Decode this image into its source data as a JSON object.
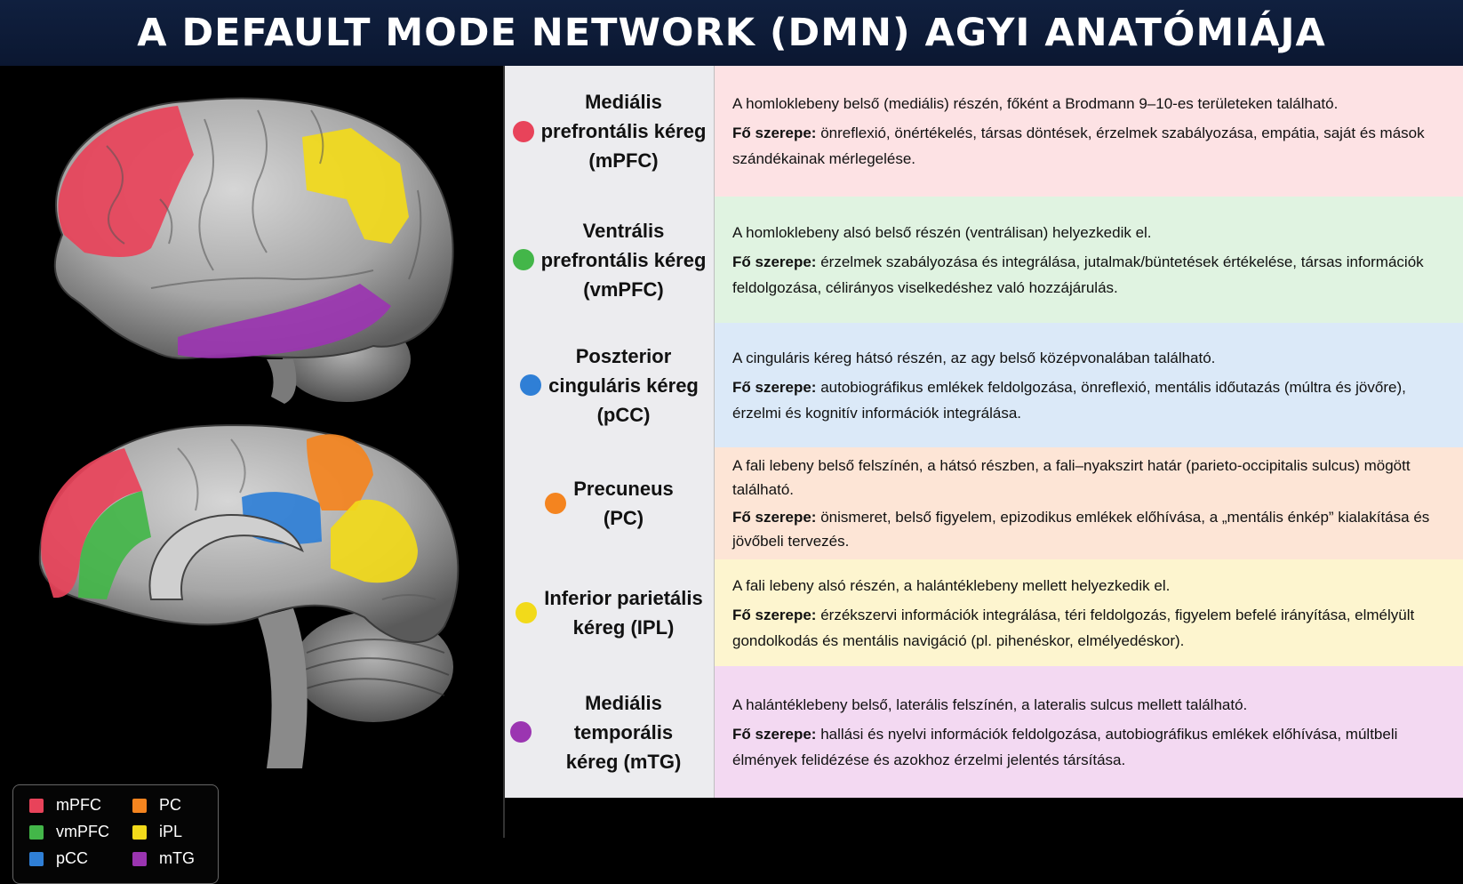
{
  "title": "A DEFAULT MODE NETWORK (DMN) AGYI ANATÓMIÁJA",
  "colors": {
    "mPFC": "#e8435a",
    "vmPFC": "#43b649",
    "pCC": "#2f7fd6",
    "PC": "#f4841f",
    "iPL": "#f2da1a",
    "mTG": "#9b35b1"
  },
  "legend": [
    {
      "label": "mPFC",
      "color": "#e8435a"
    },
    {
      "label": "vmPFC",
      "color": "#43b649"
    },
    {
      "label": "pCC",
      "color": "#2f7fd6"
    },
    {
      "label": "PC",
      "color": "#f4841f"
    },
    {
      "label": "iPL",
      "color": "#f2da1a"
    },
    {
      "label": "mTG",
      "color": "#9b35b1"
    }
  ],
  "regions": [
    {
      "name_lines": [
        "Mediális",
        "prefrontális kéreg",
        "(mPFC)"
      ],
      "dot_color": "#e8435a",
      "bg": "#fde2e4",
      "location": "A homloklebeny belső (mediális) részén, főként a Brodmann 9–10-es területeken található.",
      "role_label": "Fő szerepe:",
      "role": "önreflexió, önértékelés, társas döntések, érzelmek szabályozása, empátia, saját és mások szándékainak mérlegelése."
    },
    {
      "name_lines": [
        "Ventrális",
        "prefrontális kéreg",
        "(vmPFC)"
      ],
      "dot_color": "#43b649",
      "bg": "#e0f3e1",
      "location": "A homloklebeny alsó belső részén (ventrálisan) helyezkedik el.",
      "role_label": "Fő szerepe:",
      "role": "érzelmek szabályozása és integrálása, jutalmak/büntetések értékelése, társas információk feldolgozása, célirányos viselkedéshez való hozzájárulás."
    },
    {
      "name_lines": [
        "Poszterior",
        "cinguláris kéreg",
        "(pCC)"
      ],
      "dot_color": "#2f7fd6",
      "bg": "#dbe9f8",
      "location": "A cinguláris kéreg hátsó részén, az agy belső középvonalában található.",
      "role_label": "Fő szerepe:",
      "role": "autobiográfikus emlékek feldolgozása, önreflexió, mentális időutazás (múltra és jövőre), érzelmi és kognitív információk integrálása."
    },
    {
      "name_lines": [
        "Precuneus",
        "(PC)"
      ],
      "dot_color": "#f4841f",
      "bg": "#fde5d6",
      "location": "A fali lebeny belső felszínén, a hátsó részben, a fali–nyakszirt határ (parieto-occipitalis sulcus) mögött található.",
      "role_label": "Fő szerepe:",
      "role": "önismeret, belső figyelem, epizodikus emlékek előhívása, a „mentális énkép” kialakítása és jövőbeli tervezés."
    },
    {
      "name_lines": [
        "Inferior parietális",
        "kéreg (IPL)"
      ],
      "dot_color": "#f2da1a",
      "bg": "#fdf5cf",
      "location": "A fali lebeny alsó részén, a halántéklebeny mellett helyezkedik el.",
      "role_label": "Fő szerepe:",
      "role": "érzékszervi információk integrálása, téri feldolgozás, figyelem befelé irányítása, elmélyült gondolkodás és mentális navigáció (pl. pihenéskor, elmélyedéskor)."
    },
    {
      "name_lines": [
        "Mediális temporális",
        "kéreg (mTG)"
      ],
      "dot_color": "#9b35b1",
      "bg": "#f3d9f2",
      "location": "A halántéklebeny belső, laterális felszínén, a lateralis sulcus mellett található.",
      "role_label": "Fő szerepe:",
      "role": "hallási és nyelvi információk feldolgozása, autobiográfikus emlékek előhívása, múltbeli élmények felidézése és azokhoz érzelmi jelentés társítása."
    }
  ]
}
